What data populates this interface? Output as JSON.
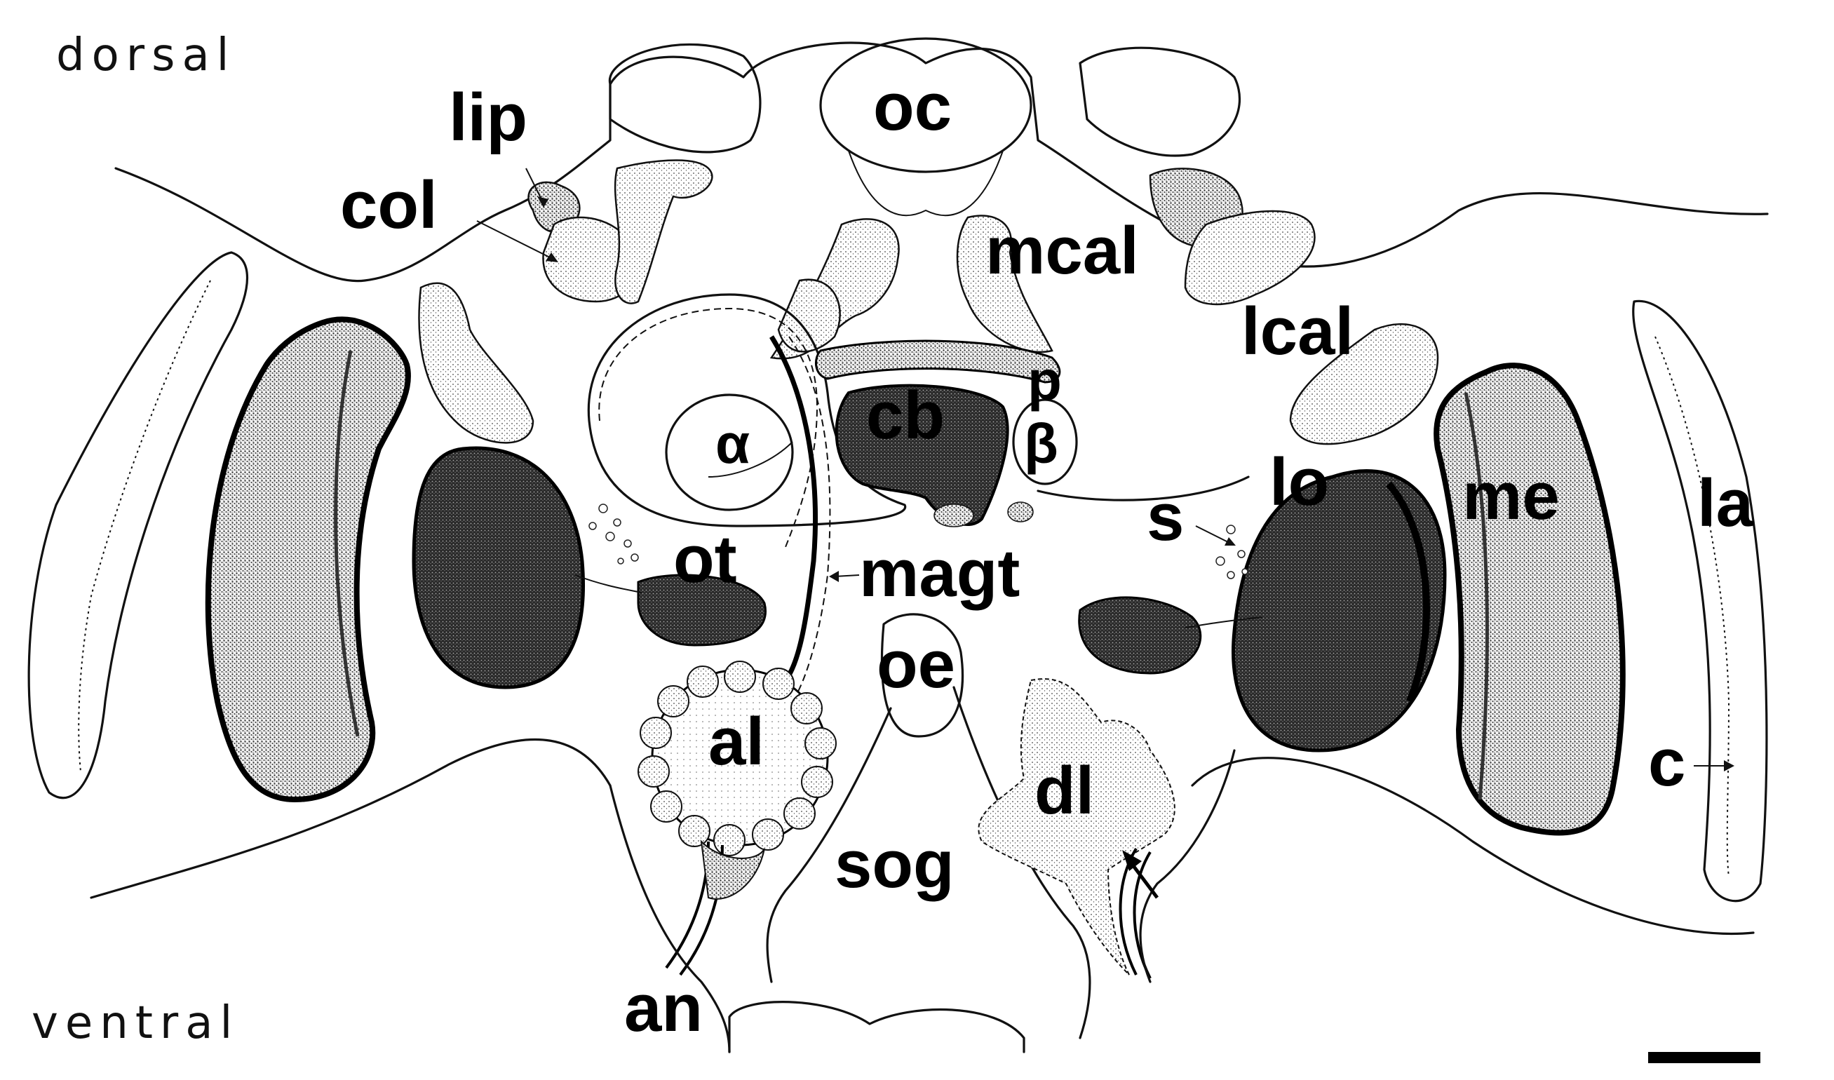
{
  "orientation": {
    "top": "dorsal",
    "bottom": "ventral"
  },
  "labels": {
    "oc": "oc",
    "lip": "lip",
    "col": "col",
    "mcal": "mcal",
    "lcal": "lcal",
    "p": "p",
    "cb": "cb",
    "alpha": "α",
    "beta": "β",
    "ot": "ot",
    "magt": "magt",
    "s": "s",
    "lo": "lo",
    "me": "me",
    "la": "la",
    "oe": "oe",
    "al": "al",
    "dl": "dl",
    "sog": "sog",
    "c": "c",
    "an": "an"
  },
  "colors": {
    "ink": "#111111",
    "background": "#ffffff"
  }
}
